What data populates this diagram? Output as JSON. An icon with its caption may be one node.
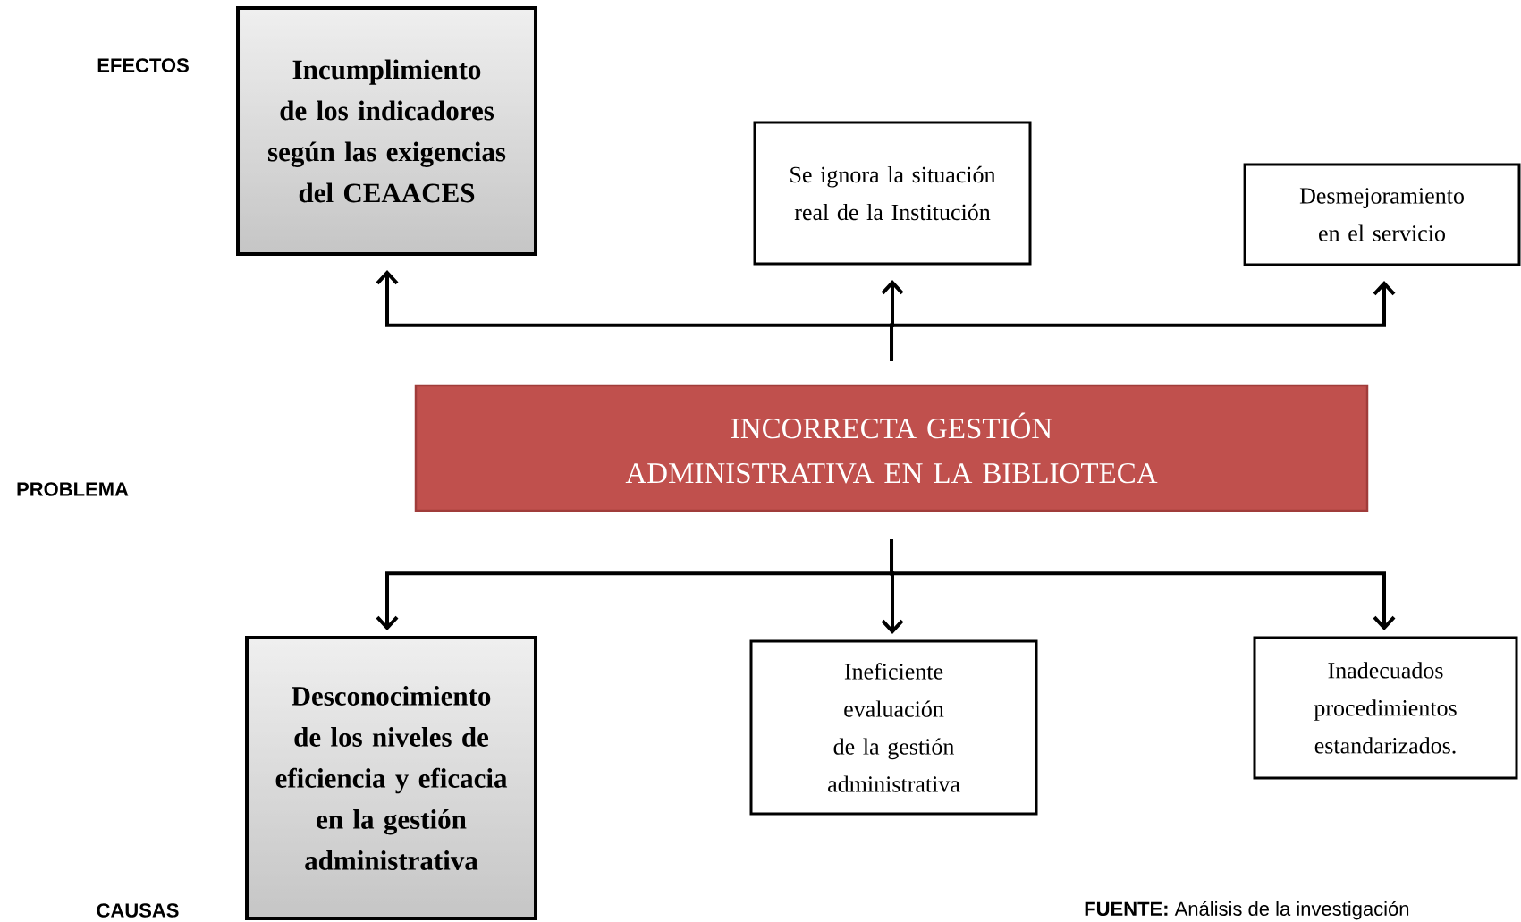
{
  "diagram": {
    "nodes": [
      {
        "text": [
          "Incumplimiento de los indicadores según las exigencias del CEAACES"
        ]
      },
      {
        "text": [
          "Se ignora la situación real de la Institución"
        ]
      },
      {
        "text": [
          "Desmejoramiento en el servicio"
        ]
      },
      {
        "text": [
          "INCORRECTA GESTIÓN ADMINISTRATIVA EN LA BIBLIOTECA"
        ]
      },
      {
        "text": [
          "Desconocimiento de los niveles de eficiencia y eficacia en la gestión administrativa"
        ]
      },
      {
        "text": [
          "Ineficiente evaluación de la gestión administrativa"
        ]
      },
      {
        "text": [
          "Inadecuados procedimientos estandarizados."
        ]
      }
    ],
    "edges": [
      {
        "from": 3,
        "to": 0,
        "arrow": "to"
      },
      {
        "from": 3,
        "to": 1,
        "arrow": "to"
      },
      {
        "from": 3,
        "to": 2,
        "arrow": "to"
      },
      {
        "from": 3,
        "to": 4,
        "arrow": "to"
      },
      {
        "from": 3,
        "to": 5,
        "arrow": "to"
      },
      {
        "from": 3,
        "to": 6,
        "arrow": "to"
      }
    ],
    "labels": [
      "EFECTOS",
      "PROBLEMA",
      "CAUSAS",
      "**FUENTE:** Análisis de la investigación"
    ]
  }
}
